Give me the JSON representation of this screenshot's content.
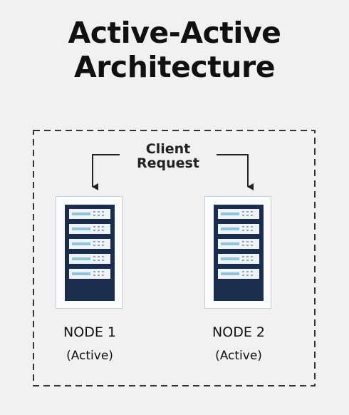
{
  "title": {
    "line1": "Active-Active",
    "line2": "Architecture"
  },
  "client": {
    "line1": "Client",
    "line2": "Request"
  },
  "nodes": [
    {
      "name": "NODE 1",
      "status": "(Active)",
      "icon": "server-rack-icon"
    },
    {
      "name": "NODE 2",
      "status": "(Active)",
      "icon": "server-rack-icon"
    }
  ],
  "colors": {
    "background": "#f1f1f1",
    "rack": "#1b2d4f",
    "rack_unit": "#eef3f8",
    "unit_bar": "#8fc3de",
    "line": "#222222"
  }
}
